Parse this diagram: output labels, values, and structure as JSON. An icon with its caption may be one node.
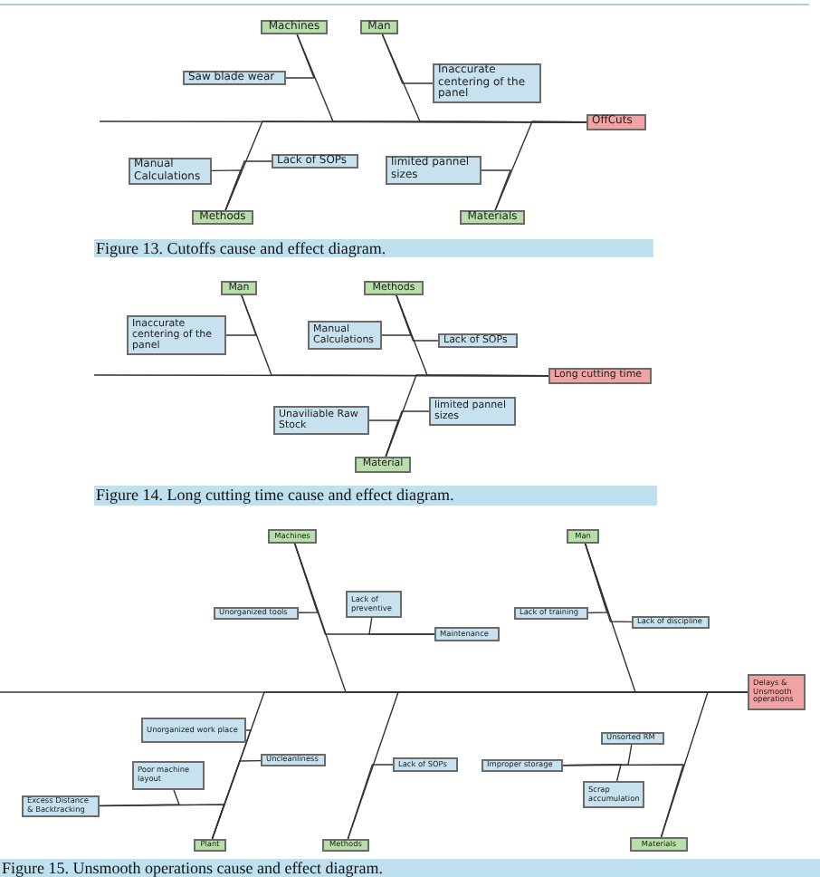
{
  "diagram": {
    "nodes": [
      {
        "text": [
          "Machines"
        ]
      },
      {
        "text": [
          "Man"
        ]
      },
      {
        "text": [
          "Saw blade wear"
        ]
      },
      {
        "text": [
          "Inaccurate centering of the panel"
        ]
      },
      {
        "text": [
          "OffCuts"
        ]
      },
      {
        "text": [
          "Manual Calculations"
        ]
      },
      {
        "text": [
          "Lack of SOPs"
        ]
      },
      {
        "text": [
          "limited pannel sizes"
        ]
      },
      {
        "text": [
          "Methods"
        ]
      },
      {
        "text": [
          "Materials"
        ]
      },
      {
        "text": [
          "Man"
        ]
      },
      {
        "text": [
          "Methods"
        ]
      },
      {
        "text": [
          "Inaccurate centering of the panel"
        ]
      },
      {
        "text": [
          "Manual Calculations"
        ]
      },
      {
        "text": [
          "Lack of SOPs"
        ]
      },
      {
        "text": [
          "Long cutting time"
        ]
      },
      {
        "text": [
          "Unaviliable Raw Stock"
        ]
      },
      {
        "text": [
          "limited pannel sizes"
        ]
      },
      {
        "text": [
          "Material"
        ]
      },
      {
        "text": [
          "Machines"
        ]
      },
      {
        "text": [
          "Man"
        ]
      },
      {
        "text": [
          "Lack of preventive"
        ]
      },
      {
        "text": [
          "Unorganized tools"
        ]
      },
      {
        "text": [
          "Lack of training"
        ]
      },
      {
        "text": [
          "Lack of discipline"
        ]
      },
      {
        "text": [
          "Maintenance"
        ]
      },
      {
        "text": [
          "Delays & Unsmooth operations"
        ]
      },
      {
        "text": [
          "Unorganized work place"
        ]
      },
      {
        "text": [
          "Uncleanliness"
        ]
      },
      {
        "text": [
          "Lack of SOPs"
        ]
      },
      {
        "text": [
          "Unsorted RM"
        ]
      },
      {
        "text": [
          "Improper storage"
        ]
      },
      {
        "text": [
          "Poor machine layout"
        ]
      },
      {
        "text": [
          "Scrap accumulation"
        ]
      },
      {
        "text": [
          "Excess Distance & Backtracking"
        ]
      },
      {
        "text": [
          "Plant"
        ]
      },
      {
        "text": [
          "Methods"
        ]
      },
      {
        "text": [
          "Materials"
        ]
      }
    ],
    "edges": [
      {
        "from": null,
        "to": 4,
        "arrow": "none"
      },
      {
        "from": 0,
        "to": 4,
        "arrow": "none"
      },
      {
        "from": 1,
        "to": 4,
        "arrow": "none"
      },
      {
        "from": 8,
        "to": 4,
        "arrow": "none"
      },
      {
        "from": 9,
        "to": 4,
        "arrow": "none"
      },
      {
        "from": 2,
        "to": 0,
        "arrow": "none"
      },
      {
        "from": 3,
        "to": 1,
        "arrow": "none"
      },
      {
        "from": 5,
        "to": 8,
        "arrow": "none"
      },
      {
        "from": 6,
        "to": 8,
        "arrow": "none"
      },
      {
        "from": 7,
        "to": 9,
        "arrow": "none"
      },
      {
        "from": null,
        "to": 15,
        "arrow": "none"
      },
      {
        "from": 10,
        "to": 15,
        "arrow": "none"
      },
      {
        "from": 11,
        "to": 15,
        "arrow": "none"
      },
      {
        "from": 18,
        "to": 15,
        "arrow": "none"
      },
      {
        "from": 12,
        "to": 10,
        "arrow": "none"
      },
      {
        "from": 13,
        "to": 11,
        "arrow": "none"
      },
      {
        "from": 14,
        "to": 11,
        "arrow": "none"
      },
      {
        "from": 16,
        "to": 18,
        "arrow": "none"
      },
      {
        "from": 17,
        "to": 18,
        "arrow": "none"
      },
      {
        "from": null,
        "to": 26,
        "arrow": "none"
      },
      {
        "from": 19,
        "to": 26,
        "arrow": "none"
      },
      {
        "from": 20,
        "to": 26,
        "arrow": "none"
      },
      {
        "from": 35,
        "to": 26,
        "arrow": "none"
      },
      {
        "from": 36,
        "to": 26,
        "arrow": "none"
      },
      {
        "from": 37,
        "to": 26,
        "arrow": "none"
      },
      {
        "from": 22,
        "to": 19,
        "arrow": "none"
      },
      {
        "from": 25,
        "to": 19,
        "arrow": "none"
      },
      {
        "from": 21,
        "to": 25,
        "arrow": "none"
      },
      {
        "from": 23,
        "to": 20,
        "arrow": "none"
      },
      {
        "from": 24,
        "to": 20,
        "arrow": "none"
      },
      {
        "from": 27,
        "to": 35,
        "arrow": "none"
      },
      {
        "from": 28,
        "to": 35,
        "arrow": "none"
      },
      {
        "from": 34,
        "to": 35,
        "arrow": "none"
      },
      {
        "from": 32,
        "to": 34,
        "arrow": "none"
      },
      {
        "from": 29,
        "to": 36,
        "arrow": "none"
      },
      {
        "from": 31,
        "to": 37,
        "arrow": "none"
      },
      {
        "from": 30,
        "to": 31,
        "arrow": "none"
      },
      {
        "from": 33,
        "to": 31,
        "arrow": "none"
      }
    ],
    "labels": [
      "Figure 13. Cutoffs cause and effect diagram.",
      "Figure 14. Long cutting time cause and effect diagram.",
      "Figure 15. Unsmooth operations cause and effect diagram."
    ]
  }
}
